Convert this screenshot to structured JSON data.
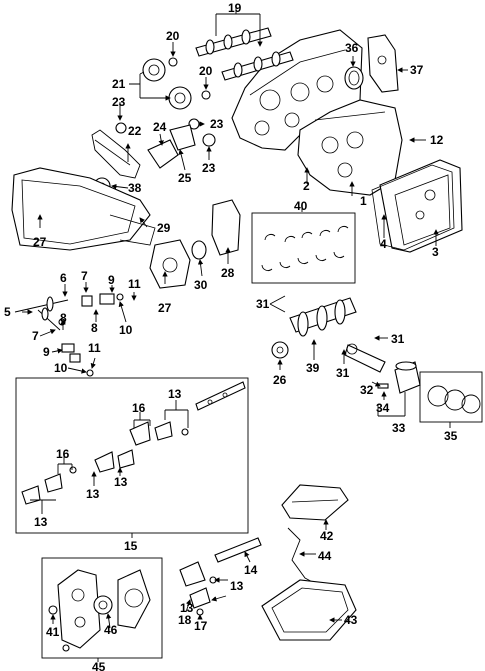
{
  "callouts": {
    "c1": "1",
    "c2": "2",
    "c3": "3",
    "c4": "4",
    "c5": "5",
    "c6": "6",
    "c7a": "7",
    "c7b": "7",
    "c8a": "8",
    "c8b": "8",
    "c9a": "9",
    "c9b": "9",
    "c10a": "10",
    "c10b": "10",
    "c11a": "11",
    "c11b": "11",
    "c12": "12",
    "c13a": "13",
    "c13b": "13",
    "c13c": "13",
    "c13d": "13",
    "c13e": "13",
    "c13f": "13",
    "c14": "14",
    "c15": "15",
    "c16a": "16",
    "c16b": "16",
    "c17": "17",
    "c18": "18",
    "c19": "19",
    "c20a": "20",
    "c20b": "20",
    "c21": "21",
    "c22": "22",
    "c23a": "23",
    "c23b": "23",
    "c23c": "23",
    "c24": "24",
    "c25": "25",
    "c26": "26",
    "c27a": "27",
    "c27b": "27",
    "c28": "28",
    "c29": "29",
    "c30": "30",
    "c31a": "31",
    "c31b": "31",
    "c31c": "31",
    "c32": "32",
    "c33": "33",
    "c34": "34",
    "c35": "35",
    "c36": "36",
    "c37": "37",
    "c38": "38",
    "c39": "39",
    "c40": "40",
    "c41": "41",
    "c42": "42",
    "c43": "43",
    "c44": "44",
    "c45": "45",
    "c46": "46"
  },
  "icons": {
    "arrow": "arrow-head"
  }
}
